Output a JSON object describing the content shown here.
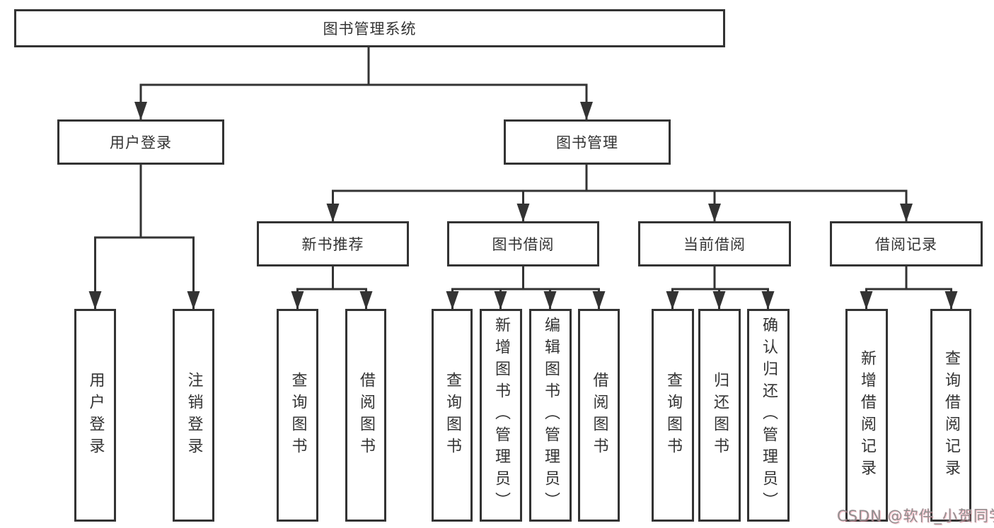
{
  "tree": {
    "root": "图书管理系统",
    "branches": [
      {
        "label": "用户登录",
        "children": [
          "用户登录",
          "注销登录"
        ]
      },
      {
        "label": "图书管理",
        "groups": [
          {
            "label": "新书推荐",
            "children": [
              "查询图书",
              "借阅图书"
            ]
          },
          {
            "label": "图书借阅",
            "children": [
              "查询图书",
              "新增图书（管理员）",
              "编辑图书（管理员）",
              "借阅图书"
            ]
          },
          {
            "label": "当前借阅",
            "children": [
              "查询图书",
              "归还图书",
              "确认归还（管理员）"
            ]
          },
          {
            "label": "借阅记录",
            "children": [
              "新增借阅记录",
              "查询借阅记录"
            ]
          }
        ]
      }
    ]
  },
  "watermark": "CSDN @软件_小贺同学",
  "colors": {
    "line": "#333333",
    "text": "#333333",
    "background": "#ffffff",
    "watermark_gray": "#8f8f8f",
    "watermark_pink": "#f5a3b0"
  }
}
